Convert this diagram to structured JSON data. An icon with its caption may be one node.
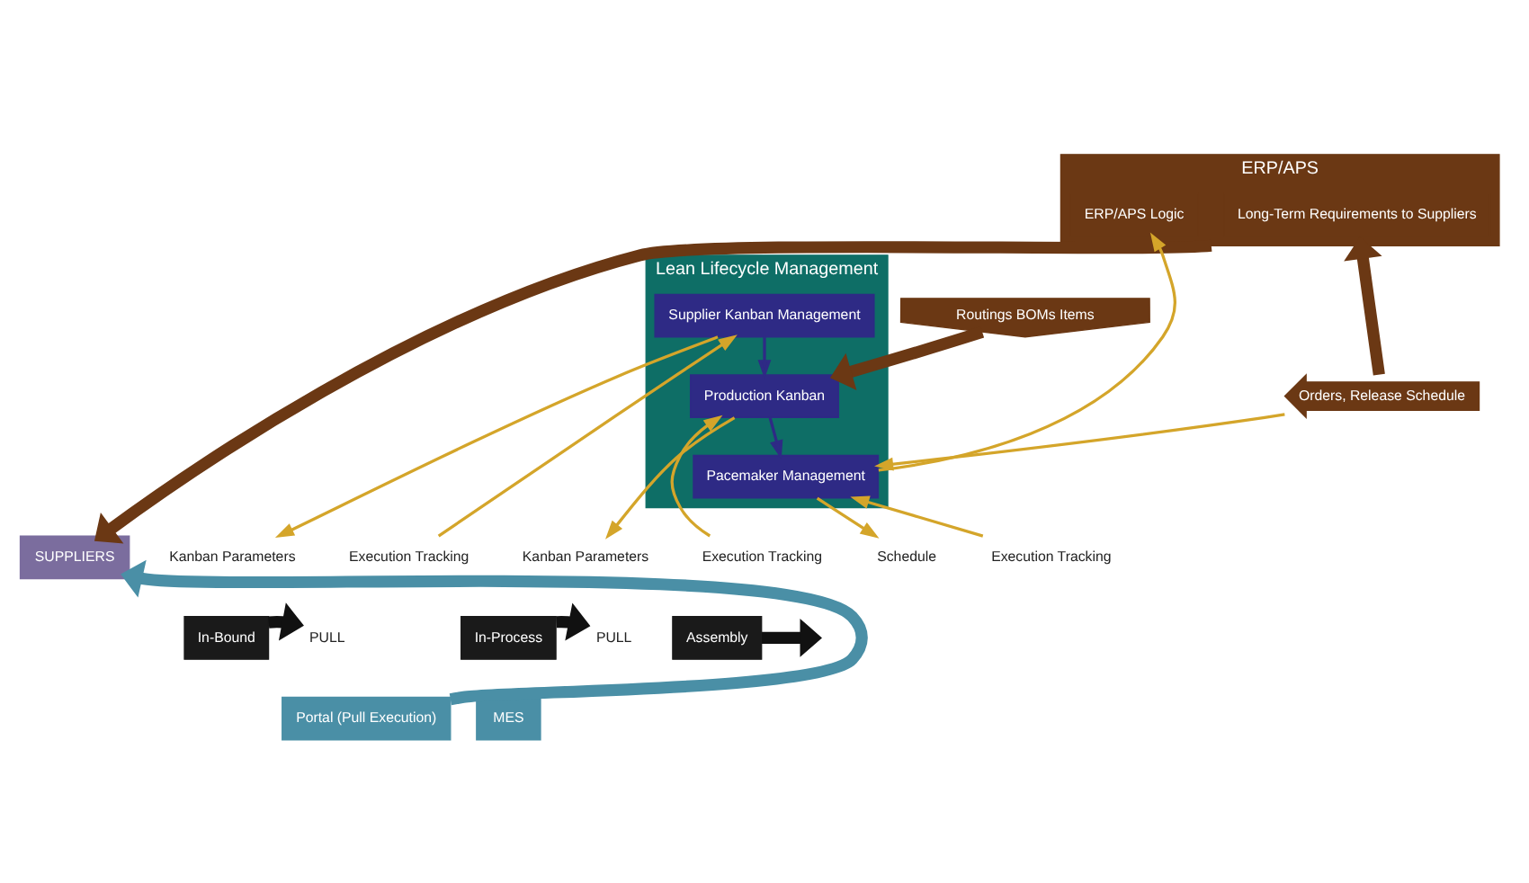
{
  "diagram": {
    "nodes": [
      {
        "text": [
          "SUPPLIERS"
        ]
      },
      {
        "text": [
          "ERP/APS"
        ]
      },
      {
        "text": [
          "Long-Term Requirements to Suppliers"
        ],
        "in": 1
      },
      {
        "text": [
          "ERP/APS Logic"
        ],
        "in": 1
      },
      {
        "text": [
          "Orders, Release Schedule"
        ]
      },
      {
        "text": [
          "Routings BOMs Items"
        ]
      },
      {
        "text": [
          "Lean Lifecycle Management"
        ]
      },
      {
        "text": [
          "Supplier Kanban Management"
        ],
        "in": 6
      },
      {
        "text": [
          "Production Kanban"
        ],
        "in": 6
      },
      {
        "text": [
          "Pacemaker Management"
        ],
        "in": 6
      },
      {
        "text": [
          "Kanban Parameters"
        ]
      },
      {
        "text": [
          "Execution Tracking"
        ]
      },
      {
        "text": [
          "Kanban Parameters"
        ]
      },
      {
        "text": [
          "Execution Tracking"
        ]
      },
      {
        "text": [
          "Schedule"
        ]
      },
      {
        "text": [
          "Execution Tracking"
        ]
      },
      {
        "text": [
          "In-Bound"
        ]
      },
      {
        "text": [
          "PULL"
        ]
      },
      {
        "text": [
          "In-Process"
        ]
      },
      {
        "text": [
          "PULL"
        ]
      },
      {
        "text": [
          "Assembly"
        ]
      },
      {
        "text": [
          "Portal (Pull Execution)"
        ]
      },
      {
        "text": [
          "MES"
        ]
      }
    ],
    "edges": [
      {
        "from": 1,
        "to": 0,
        "arrow": "to",
        "style": "thick",
        "color": "#6b3814"
      },
      {
        "from": 4,
        "to": 1,
        "arrow": "to",
        "style": "thick",
        "color": "#6b3814"
      },
      {
        "from": 5,
        "to": 8,
        "arrow": "to",
        "style": "thick",
        "color": "#6b3814"
      },
      {
        "from": 4,
        "to": 9,
        "arrow": "to"
      },
      {
        "from": 9,
        "to": 3,
        "arrow": "to"
      },
      {
        "from": 7,
        "to": 8,
        "arrow": "to",
        "color": "#2e2a85"
      },
      {
        "from": 8,
        "to": 9,
        "arrow": "to",
        "color": "#2e2a85"
      },
      {
        "from": 7,
        "to": 10,
        "arrow": "to"
      },
      {
        "from": 11,
        "to": 7,
        "arrow": "to"
      },
      {
        "from": 8,
        "to": 12,
        "arrow": "to"
      },
      {
        "from": 13,
        "to": 8,
        "arrow": "to"
      },
      {
        "from": 9,
        "to": 14,
        "arrow": "to"
      },
      {
        "from": 15,
        "to": 9,
        "arrow": "to"
      },
      {
        "from": 16,
        "to": 17,
        "arrow": "to",
        "style": "thick",
        "color": "#111111"
      },
      {
        "from": 18,
        "to": 19,
        "arrow": "to",
        "style": "thick",
        "color": "#111111"
      },
      {
        "from": 20,
        "to": null,
        "arrow": "to",
        "style": "thick",
        "color": "#111111"
      },
      {
        "from": 21,
        "to": 0,
        "arrow": "to",
        "style": "thick",
        "color": "#4a8fa6"
      }
    ]
  }
}
